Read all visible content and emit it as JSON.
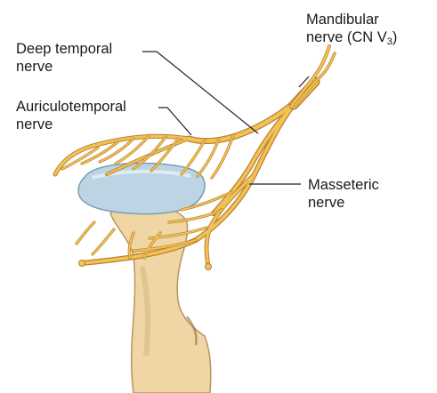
{
  "labels": {
    "deep_temporal": {
      "line1": "Deep temporal",
      "line2": "nerve"
    },
    "auriculotemporal": {
      "line1": "Auriculotemporal",
      "line2": "nerve"
    },
    "mandibular": {
      "line1": "Mandibular",
      "line2_prefix": "nerve (CN V",
      "line2_sub": "3",
      "line2_suffix": ")"
    },
    "masseteric": {
      "line1": "Masseteric",
      "line2": "nerve"
    }
  },
  "colors": {
    "nerve_fill": "#f2c257",
    "nerve_outline": "#b8822e",
    "disc_fill": "#bcd4e4",
    "disc_outline": "#7d9db3",
    "bone_fill": "#efd6a4",
    "bone_outline": "#b8955e",
    "leader_line": "#222222"
  }
}
